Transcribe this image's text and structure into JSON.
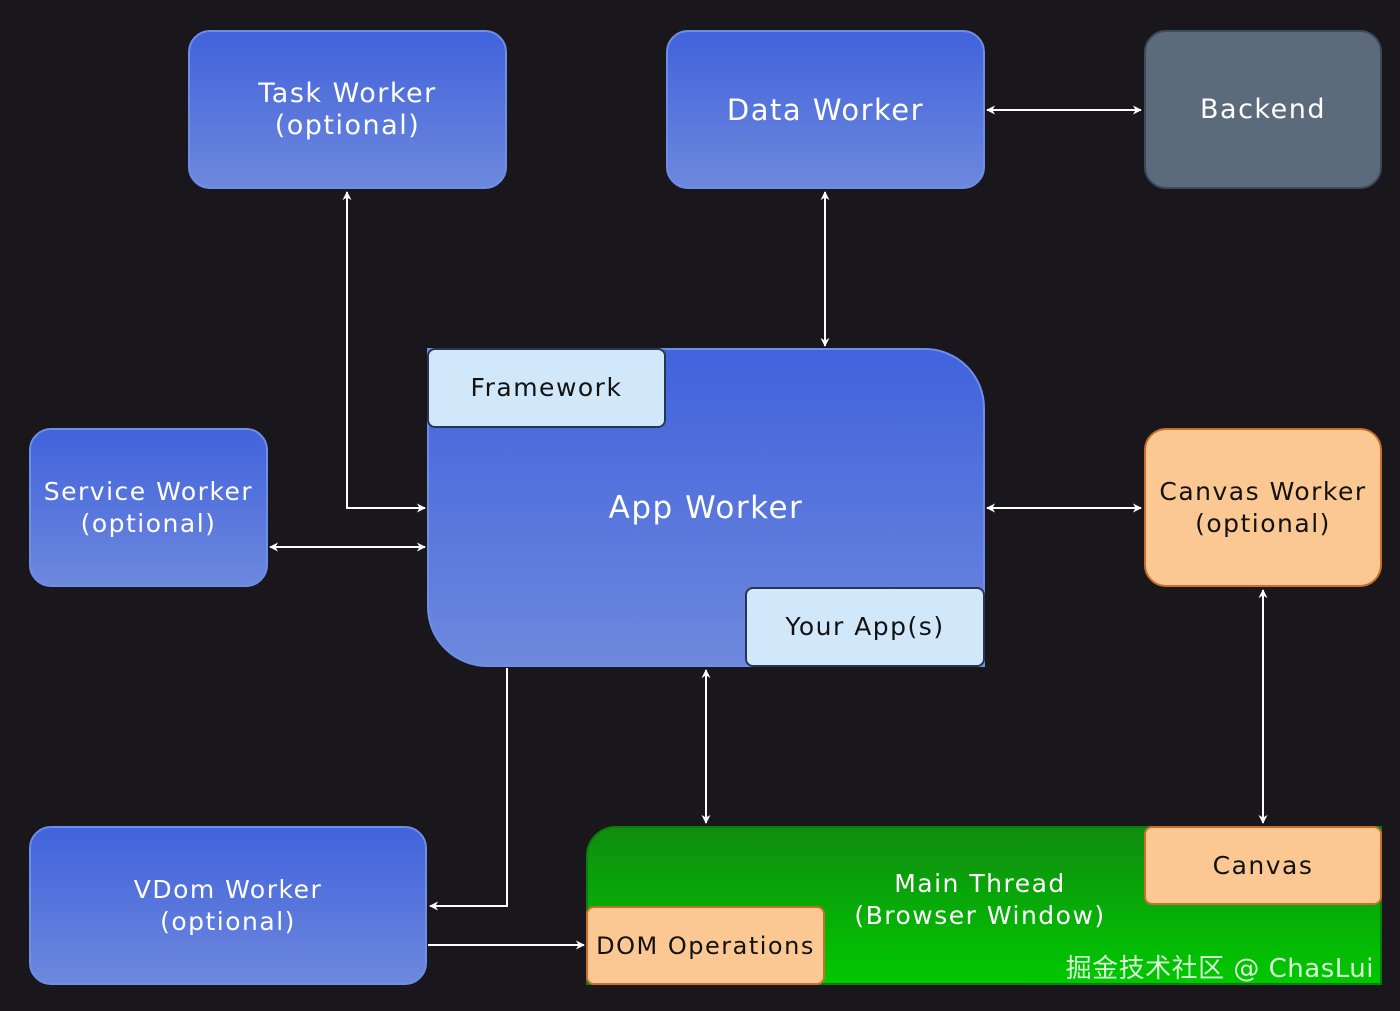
{
  "nodes": {
    "task_worker": {
      "label": "Task Worker\n(optional)"
    },
    "data_worker": {
      "label": "Data Worker"
    },
    "backend": {
      "label": "Backend"
    },
    "service_worker": {
      "label": "Service Worker\n(optional)"
    },
    "app_worker": {
      "label": "App Worker"
    },
    "framework": {
      "label": "Framework"
    },
    "your_apps": {
      "label": "Your App(s)"
    },
    "canvas_worker": {
      "label": "Canvas Worker\n(optional)"
    },
    "vdom_worker": {
      "label": "VDom Worker\n(optional)"
    },
    "main_thread": {
      "label": "Main Thread\n(Browser Window)"
    },
    "dom_operations": {
      "label": "DOM Operations"
    },
    "canvas": {
      "label": "Canvas"
    }
  },
  "edges": [
    {
      "from": "Task Worker",
      "to": "App Worker",
      "direction": "both"
    },
    {
      "from": "Data Worker",
      "to": "App Worker",
      "direction": "both"
    },
    {
      "from": "Data Worker",
      "to": "Backend",
      "direction": "both"
    },
    {
      "from": "Service Worker",
      "to": "App Worker",
      "direction": "both"
    },
    {
      "from": "App Worker",
      "to": "Canvas Worker",
      "direction": "both"
    },
    {
      "from": "App Worker",
      "to": "Main Thread",
      "direction": "both"
    },
    {
      "from": "App Worker",
      "to": "VDom Worker",
      "direction": "forward"
    },
    {
      "from": "VDom Worker",
      "to": "DOM Operations",
      "direction": "forward"
    },
    {
      "from": "Canvas Worker",
      "to": "Canvas",
      "direction": "both"
    }
  ],
  "watermark": "掘金技术社区 @ ChasLui",
  "colors": {
    "background": "#19171c",
    "worker_blue_top": "#4163dc",
    "worker_blue_bottom": "#6d88dd",
    "backend_gray": "#5c6b7c",
    "peach": "#fbc894",
    "light_blue": "#d1e8fb",
    "main_thread_green": "#00c800",
    "connector": "#ffffff"
  }
}
